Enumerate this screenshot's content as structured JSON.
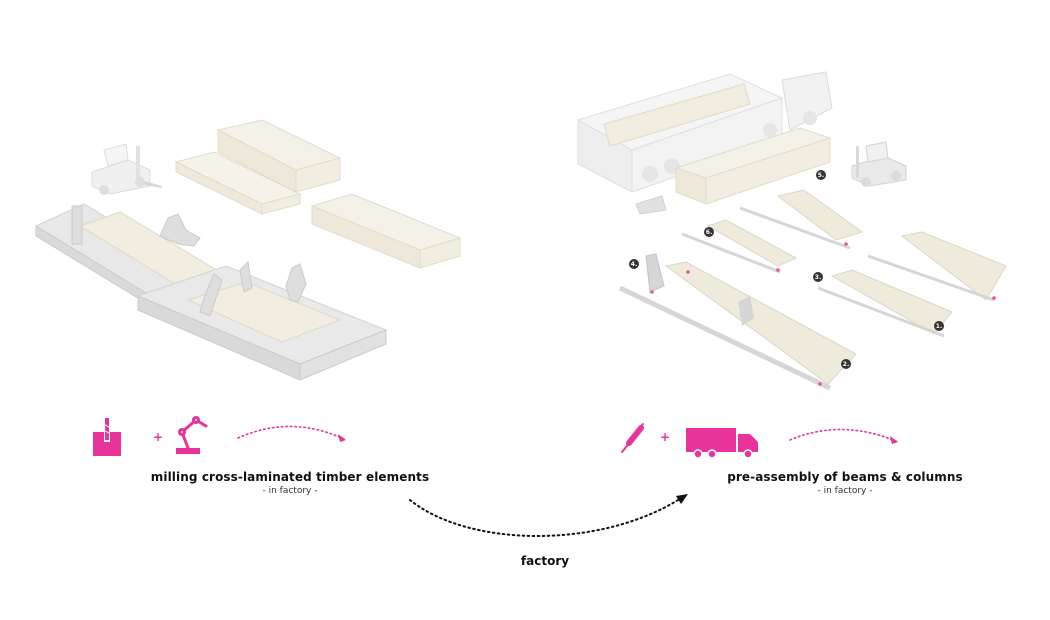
{
  "colors": {
    "accent": "#e8339a",
    "text": "#111111",
    "model": "#e9e9e9",
    "wood": "#ece7d7"
  },
  "left": {
    "icons": [
      "milling-icon",
      "robot-arm-icon"
    ],
    "plus": "+",
    "title": "milling cross-laminated timber elements",
    "subtitle": "- in factory -"
  },
  "right": {
    "icons": [
      "screwdriver-icon",
      "truck-icon"
    ],
    "plus": "+",
    "title": "pre-assembly of beams & columns",
    "subtitle": "- in factory -",
    "step_markers": [
      "1.",
      "2.",
      "3.",
      "4.",
      "5.",
      "6."
    ]
  },
  "bottom": {
    "label": "factory"
  }
}
